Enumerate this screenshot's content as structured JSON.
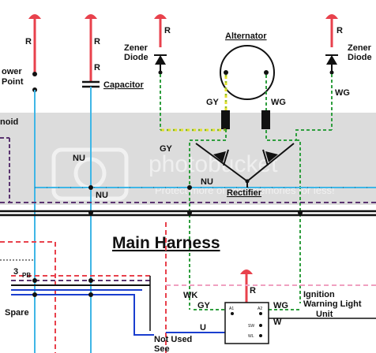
{
  "labels": {
    "r": "R",
    "power_point": [
      "ower",
      "Point"
    ],
    "capacitor": "Capacitor",
    "zener_left": [
      "Zener",
      "Diode"
    ],
    "zener_right": [
      "Zener",
      "Diode"
    ],
    "alternator": "Alternator",
    "gy": "GY",
    "wg": "WG",
    "nu": "NU",
    "rectifier": "Rectifier",
    "solenoid_fragment": "noid",
    "main_harness": "Main Harness",
    "pb_number": "3",
    "pb": "PB",
    "spare": "Spare",
    "wk": "WK",
    "w": "W",
    "u": "U",
    "not_used": "Not Used",
    "see": "See",
    "ignition": [
      "Ignition",
      "Warning Light",
      "Unit"
    ],
    "unit_terminals": [
      "A1",
      "A2",
      "SW",
      "WL"
    ]
  },
  "watermark": {
    "text": "photobucket",
    "tagline": "Protect more of your memories for less!"
  },
  "colors": {
    "feed_red": "#e8414c",
    "cyan_wire": "#3fb6e6",
    "green_wire": "#2f9e3e",
    "yellow_wire": "#e5df2a",
    "pink_wire": "#f0a0c0",
    "purple_wire": "#5a3470",
    "blue_wire": "#1a3ecf",
    "gray_band": "#dcdcdc"
  }
}
